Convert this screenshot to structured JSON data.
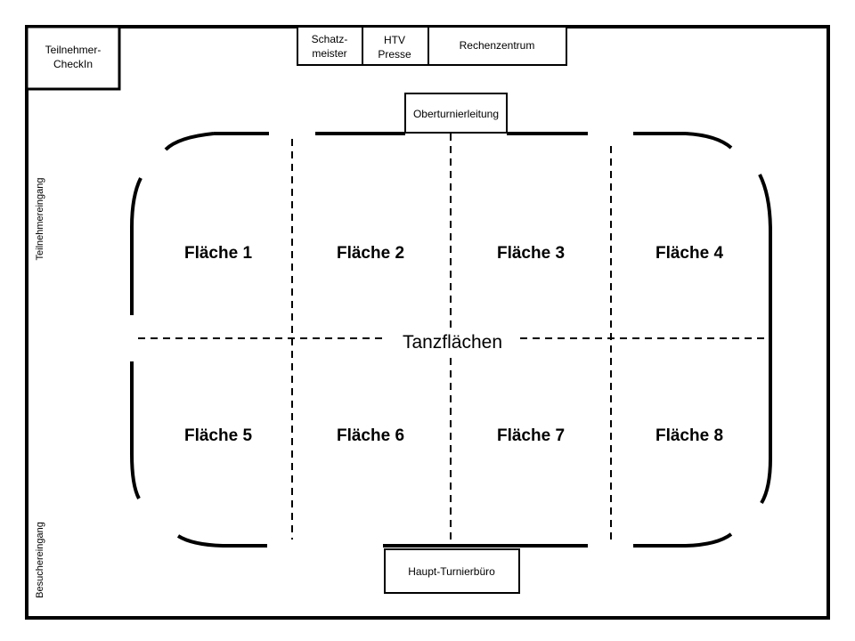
{
  "rooms": {
    "teilnehmer_checkin": [
      "Teilnehmer-",
      "CheckIn"
    ],
    "schatzmeister": [
      "Schatz-",
      "meister"
    ],
    "htv_presse": [
      "HTV",
      "Presse"
    ],
    "rechenzentrum": "Rechenzentrum",
    "oberturnierleitung": "Oberturnierleitung",
    "haupt_turnierbuero": "Haupt-Turnierbüro"
  },
  "entrances": {
    "participants": "Teilnehmereingang",
    "visitors": "Besuchereingang"
  },
  "dance_area": {
    "label": "Tanzflächen",
    "floors": [
      "Fläche 1",
      "Fläche 2",
      "Fläche 3",
      "Fläche 4",
      "Fläche 5",
      "Fläche 6",
      "Fläche 7",
      "Fläche 8"
    ]
  }
}
